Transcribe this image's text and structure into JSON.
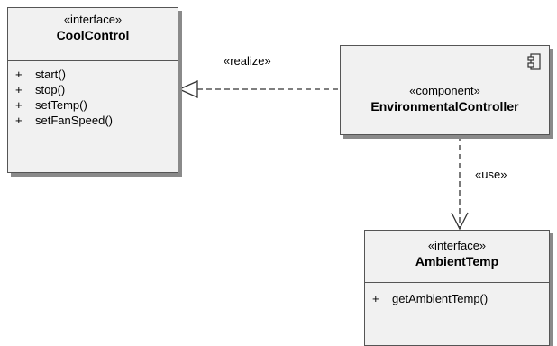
{
  "cool_control": {
    "stereotype": "«interface»",
    "name": "CoolControl",
    "operations": [
      {
        "visibility": "+",
        "name": "start()"
      },
      {
        "visibility": "+",
        "name": "stop()"
      },
      {
        "visibility": "+",
        "name": "setTemp()"
      },
      {
        "visibility": "+",
        "name": "setFanSpeed()"
      }
    ]
  },
  "environmental_controller": {
    "stereotype": "«component»",
    "name": "EnvironmentalController",
    "icon": "component-icon"
  },
  "ambient_temp": {
    "stereotype": "«interface»",
    "name": "AmbientTemp",
    "operations": [
      {
        "visibility": "+",
        "name": "getAmbientTemp()"
      }
    ]
  },
  "relations": {
    "realize_label": "«realize»",
    "use_label": "«use»"
  },
  "colors": {
    "box_fill": "#f1f1f1",
    "box_border": "#555555",
    "shadow": "#8a8a8a",
    "line": "#333333"
  }
}
